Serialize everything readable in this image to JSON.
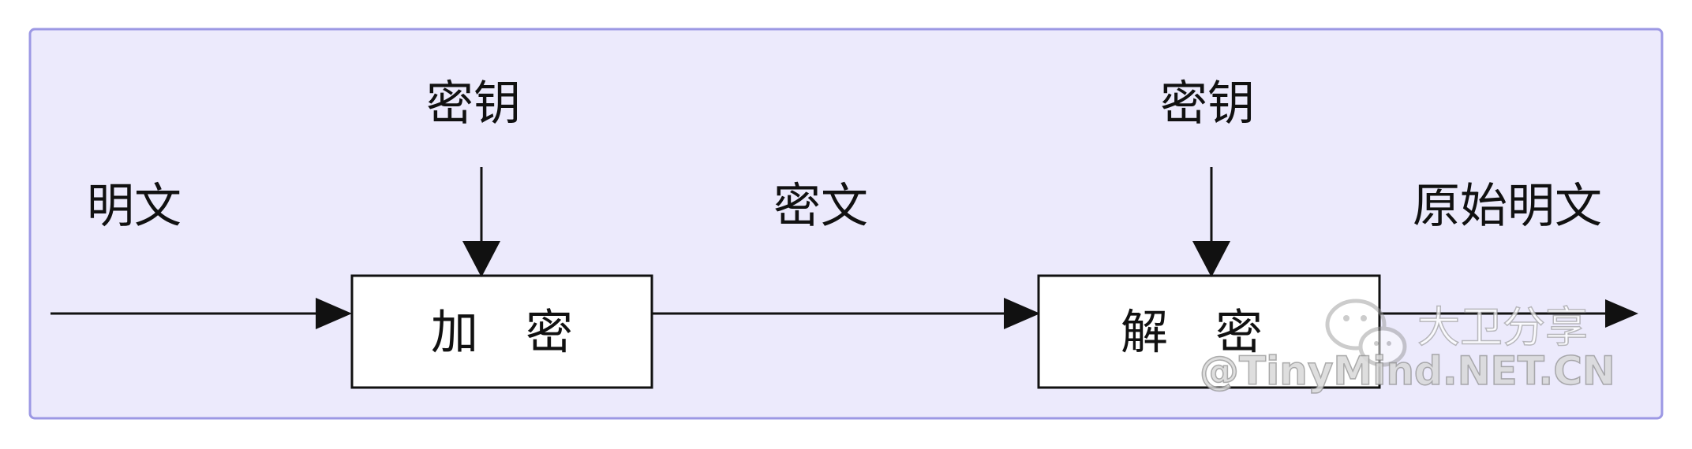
{
  "diagram": {
    "labels": {
      "plaintext": "明文",
      "key_encrypt": "密钥",
      "ciphertext": "密文",
      "key_decrypt": "密钥",
      "original_plaintext": "原始明文"
    },
    "boxes": {
      "encrypt": "加　密",
      "decrypt": "解　密"
    }
  },
  "watermark": {
    "account": "大卫分享",
    "site": "@TinyMind.NET.CN"
  },
  "colors": {
    "panel_background": "#ECEAFC",
    "panel_border": "#9C98E4",
    "line": "#111111",
    "box_fill": "#FFFFFF"
  }
}
